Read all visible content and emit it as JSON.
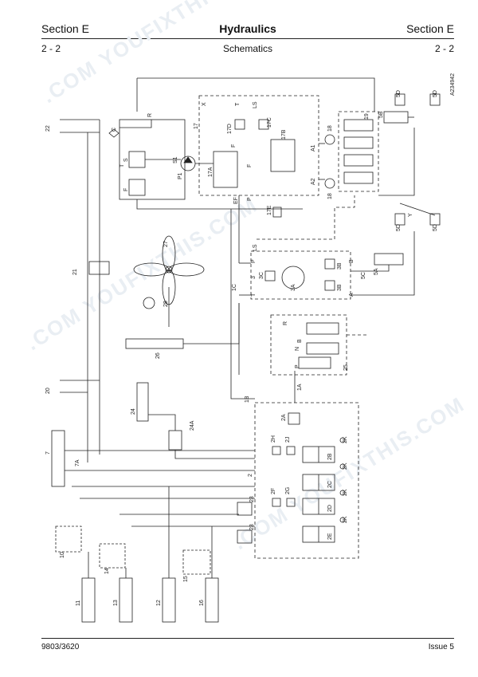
{
  "header": {
    "section_left": "Section E",
    "title": "Hydraulics",
    "section_right": "Section E",
    "page_left": "2 - 2",
    "subtitle": "Schematics",
    "page_right": "2 - 2"
  },
  "footer": {
    "doc_number": "9803/3620",
    "issue": "Issue 5"
  },
  "drawing_ref": "A234942",
  "watermark": ".COM  YOUFIXTHIS.COM",
  "labels": {
    "l22": "22",
    "l21": "21",
    "l20": "20",
    "l7": "7",
    "l7A": "7A",
    "l10": "10",
    "l11": "11",
    "l13": "13",
    "l14": "14",
    "l12": "12",
    "l15": "15",
    "l16": "16",
    "l24": "24",
    "l24A": "24A",
    "l23a": "23",
    "l23b": "23",
    "l26": "26",
    "l27": "27",
    "l28": "28",
    "l1B": "1B",
    "l1A": "1A",
    "l1C": "1C",
    "l2": "2",
    "l2A": "2A",
    "l2H": "2H",
    "l2J": "2J",
    "l2F": "2F",
    "l2G": "2G",
    "l2B": "2B",
    "l2C": "2C",
    "l2D": "2D",
    "l2E": "2E",
    "l2K1": "2K",
    "l2K2": "2K",
    "l2K3": "2K",
    "l2K4": "2K",
    "lS1": "S1",
    "lP1": "P1",
    "lS": "S",
    "lF": "F",
    "lT": "T",
    "lC": "C",
    "lR": "R",
    "lX": "X",
    "lT2": "T",
    "lLS": "LS",
    "l17": "17",
    "l17A": "17A",
    "l17B": "17B",
    "l17C": "17C",
    "l17D": "17D",
    "l17E": "17E",
    "lEF": "EF",
    "lP": "P",
    "lF2": "F",
    "lF3": "F",
    "lA1": "A1",
    "lA2": "A2",
    "l18a": "18",
    "l18b": "18",
    "l19": "19",
    "l5B": "5B",
    "l5Da": "5D",
    "l5Db": "5D",
    "l5Dc": "5D",
    "l5Dd": "5D",
    "lY": "Y",
    "l5A": "5A",
    "l5C": "5C",
    "l3": "3",
    "l3A": "3A",
    "l3B1": "3B",
    "l3B2": "3B",
    "l3C": "3C",
    "lLS2": "LS",
    "lP2": "P",
    "lT3": "T",
    "lA": "A",
    "lB": "B",
    "l25": "25",
    "lN": "N",
    "lP3": "P",
    "lB2": "B",
    "lR2": "R"
  }
}
